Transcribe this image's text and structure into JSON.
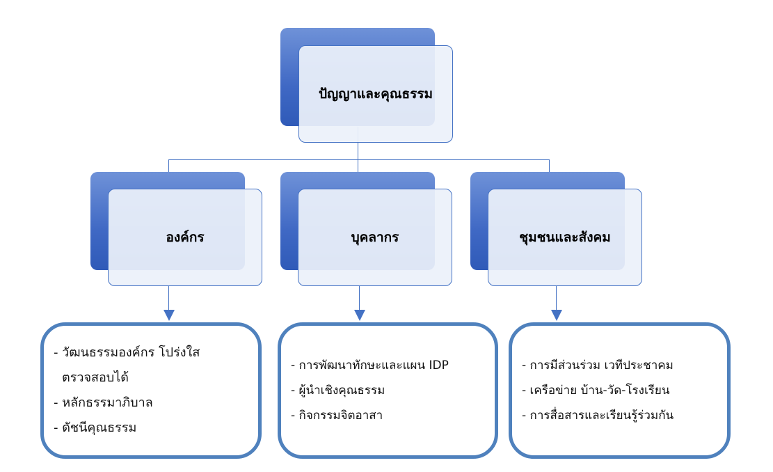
{
  "root": {
    "label": "ปัญญาและคุณธรรม"
  },
  "branches": [
    {
      "label": "องค์กร",
      "items": [
        "- วัฒนธรรมองค์กร โปร่งใส",
        "   ตรวจสอบได้",
        "- หลักธรรมาภิบาล",
        "- ดัชนีคุณธรรม"
      ]
    },
    {
      "label": "บุคลากร",
      "items": [
        "- การพัฒนาทักษะและแผน IDP",
        "- ผู้นำเชิงคุณธรรม",
        "- กิจกรรมจิตอาสา"
      ]
    },
    {
      "label": "ชุมชนและสังคม",
      "items": [
        "- การมีส่วนร่วม เวทีประชาคม",
        "- เครือข่าย บ้าน-วัด-โรงเรียน",
        "- การสื่อสารและเรียนรู้ร่วมกัน"
      ]
    }
  ],
  "colors": {
    "accent": "#4472c4",
    "box_border": "#4f81bd"
  }
}
